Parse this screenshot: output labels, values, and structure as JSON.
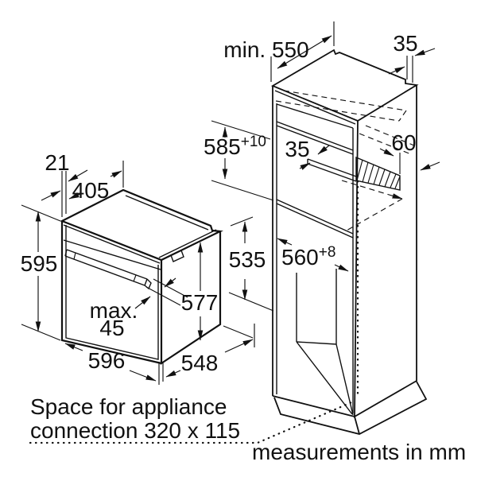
{
  "colors": {
    "line_color": "#111111",
    "background": "#ffffff"
  },
  "oven": {
    "door_offset": "21",
    "top_depth": "405",
    "height": "595",
    "handle_label": "max.",
    "handle_value": "45",
    "rear_height": "577",
    "width": "596",
    "depth": "548"
  },
  "cabinet": {
    "min_depth": "min. 550",
    "rear_gap": "35",
    "niche_height": "585",
    "niche_height_tolerance": "+10",
    "vent_slot": "35",
    "vent_strip": "60",
    "clearance_height": "535",
    "niche_width": "560",
    "niche_width_tolerance": "+8"
  },
  "notes": {
    "connection_line1": "Space for appliance",
    "connection_line2": "connection 320 x 115",
    "units": "measurements in mm"
  }
}
